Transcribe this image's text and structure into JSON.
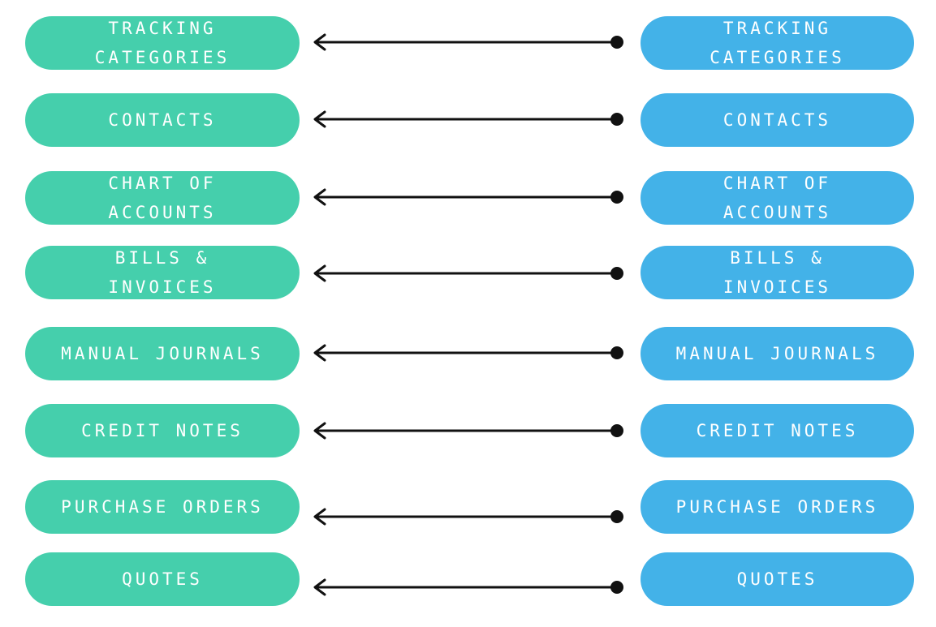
{
  "colors": {
    "left_pill": "#45cfac",
    "right_pill": "#43b2e8",
    "connector": "#111111",
    "pill_text": "#ffffff"
  },
  "rows": [
    {
      "left_label": "TRACKING\nCATEGORIES",
      "right_label": "TRACKING\nCATEGORIES"
    },
    {
      "left_label": "CONTACTS",
      "right_label": "CONTACTS"
    },
    {
      "left_label": "CHART OF\nACCOUNTS",
      "right_label": "CHART OF\nACCOUNTS"
    },
    {
      "left_label": "BILLS &\nINVOICES",
      "right_label": "BILLS &\nINVOICES"
    },
    {
      "left_label": "MANUAL JOURNALS",
      "right_label": "MANUAL JOURNALS"
    },
    {
      "left_label": "CREDIT NOTES",
      "right_label": "CREDIT NOTES"
    },
    {
      "left_label": "PURCHASE ORDERS",
      "right_label": "PURCHASE ORDERS"
    },
    {
      "left_label": "QUOTES",
      "right_label": "QUOTES"
    }
  ]
}
